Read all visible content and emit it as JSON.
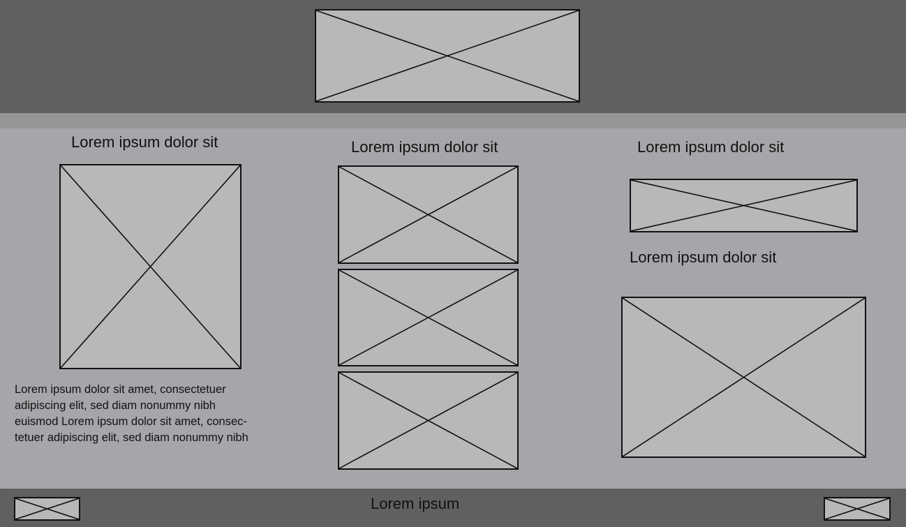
{
  "header": {
    "banner": "image-placeholder"
  },
  "columns": {
    "left": {
      "title": "Lorem ipsum dolor sit",
      "paragraph_lines": [
        "Lorem ipsum dolor sit amet, consectetuer",
        "adipiscing elit, sed diam nonummy nibh",
        "euismod Lorem ipsum dolor sit amet, consec-",
        "tetuer adipiscing elit, sed diam nonummy nibh"
      ]
    },
    "middle": {
      "title": "Lorem ipsum dolor sit"
    },
    "right": {
      "title": "Lorem ipsum dolor sit",
      "title2": "Lorem ipsum dolor sit"
    }
  },
  "footer": {
    "text": "Lorem ipsum"
  },
  "colors": {
    "header_bg": "#606060",
    "subnav_bg": "#969696",
    "content_bg": "#a5a6a9",
    "footer_bg": "#606060",
    "placeholder_fill": "#b8b8b8",
    "stroke": "#111111"
  }
}
